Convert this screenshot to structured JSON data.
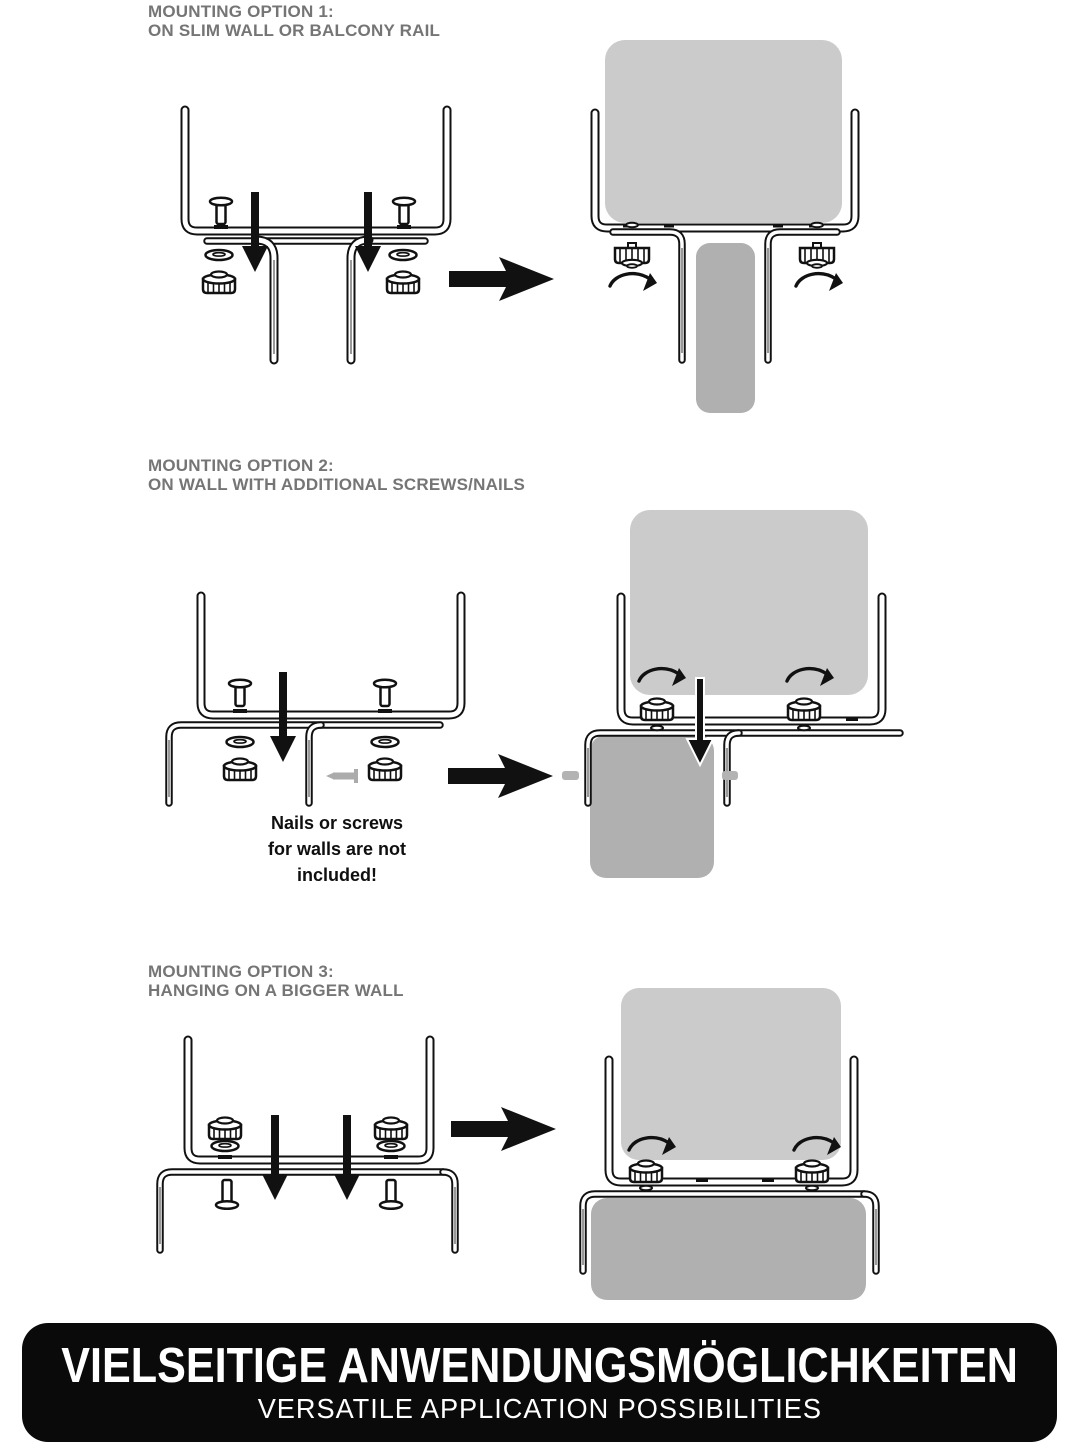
{
  "page": {
    "background": "#ffffff"
  },
  "sections": [
    {
      "title": "MOUNTING OPTION 1:",
      "subtitle": "ON SLIM WALL OR BALCONY RAIL"
    },
    {
      "title": "MOUNTING OPTION 2:",
      "subtitle": "ON WALL WITH ADDITIONAL SCREWS/NAILS",
      "note": "Nails or screws\nfor walls are not\nincluded!"
    },
    {
      "title": "MOUNTING OPTION 3:",
      "subtitle": "HANGING ON A BIGGER WALL"
    }
  ],
  "banner": {
    "title_de": "VIELSEITIGE ANWENDUNGSMÖGLICHKEITEN",
    "subtitle_en": "VERSATILE APPLICATION POSSIBILITIES",
    "bg": "#0a0a0a",
    "text_color": "#ffffff"
  },
  "colors": {
    "title_gray": "#757575",
    "line_black": "#111111",
    "planter_box_gray": "#cbcbcb",
    "wall_gray": "#b0b0b0",
    "nail_gray": "#ababab"
  }
}
